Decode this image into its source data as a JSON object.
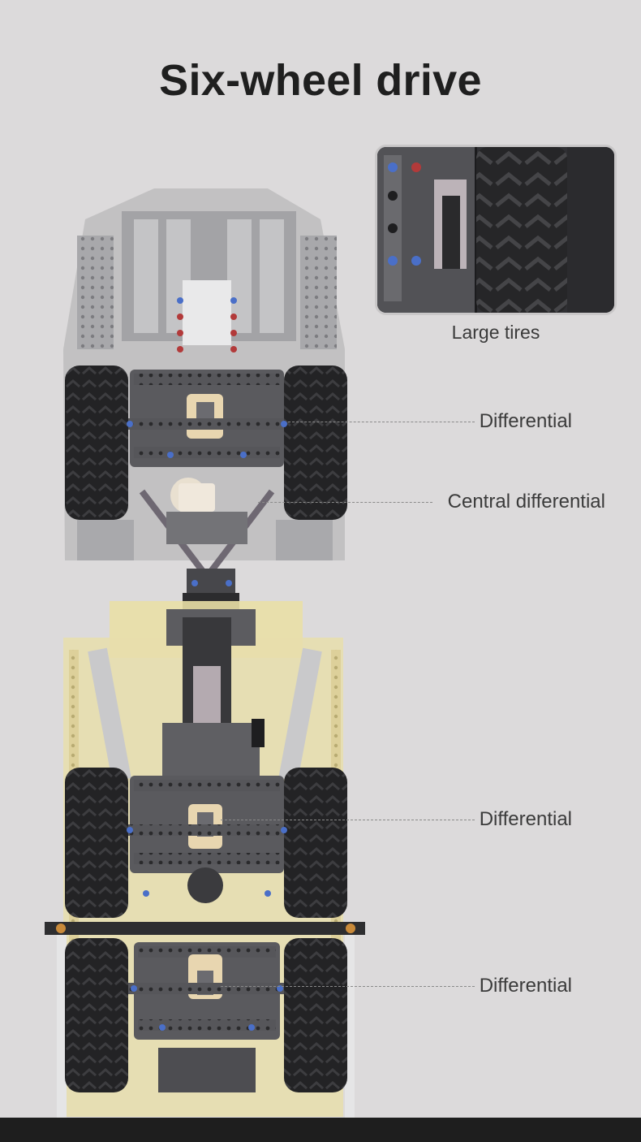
{
  "title": "Six-wheel drive",
  "inset": {
    "caption": "Large tires",
    "subject": "tire-closeup"
  },
  "callouts": [
    {
      "label": "Differential"
    },
    {
      "label": "Central differential"
    },
    {
      "label": "Differential"
    },
    {
      "label": "Differential"
    }
  ],
  "colors": {
    "background": "#dcdadb",
    "title": "#1f1f1f",
    "cab_body": "#b9b9b9",
    "dump_body": "#e9dfa6",
    "chassis": "#5a5a5e",
    "tire": "#232325",
    "gear": "#e8d6b0",
    "pin_blue": "#4a6fc8",
    "pin_red": "#b23a3a",
    "bottom_bar": "#1e1e1e"
  }
}
